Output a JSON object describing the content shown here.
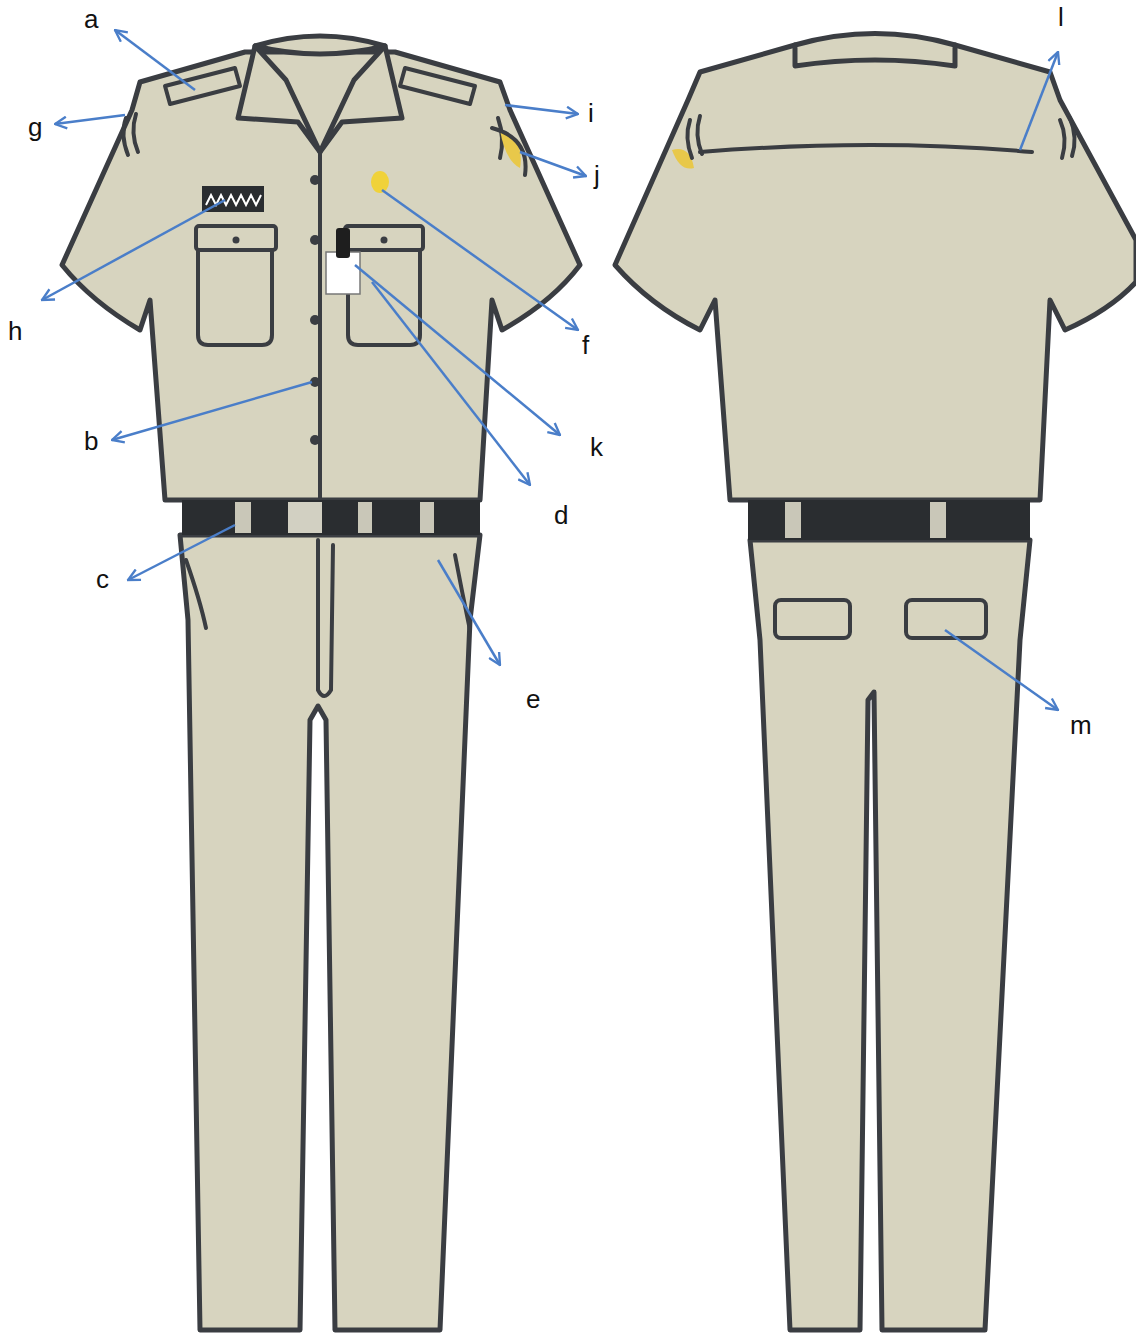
{
  "diagram": {
    "labels": [
      "a",
      "l",
      "i",
      "g",
      "j",
      "h",
      "f",
      "b",
      "k",
      "d",
      "c",
      "e",
      "m"
    ]
  }
}
